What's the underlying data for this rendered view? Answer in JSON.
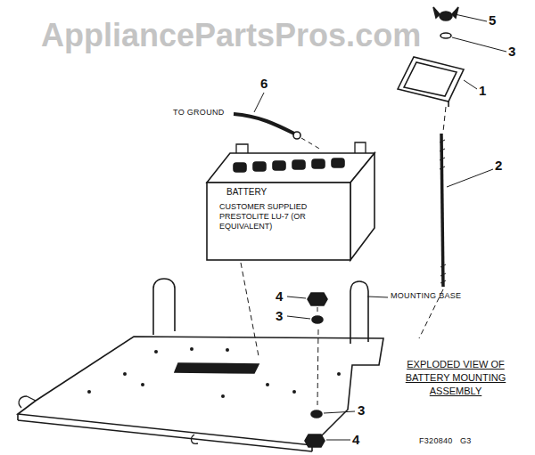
{
  "diagram": {
    "caption": "EXPLODED VIEW OF BATTERY MOUNTING ASSEMBLY",
    "nodes": [
      {
        "text": [
          "BATTERY",
          "CUSTOMER SUPPLIED PRESTOLITE LU-7 (OR EQUIVALENT)"
        ]
      }
    ],
    "edges": [],
    "labels": [
      "AppliancePartsPros.com",
      "5",
      "3",
      "1",
      "6",
      "TO GROUND",
      "2",
      "4",
      "3",
      "MOUNTING BASE",
      "3",
      "4",
      "F320840   G3"
    ]
  }
}
